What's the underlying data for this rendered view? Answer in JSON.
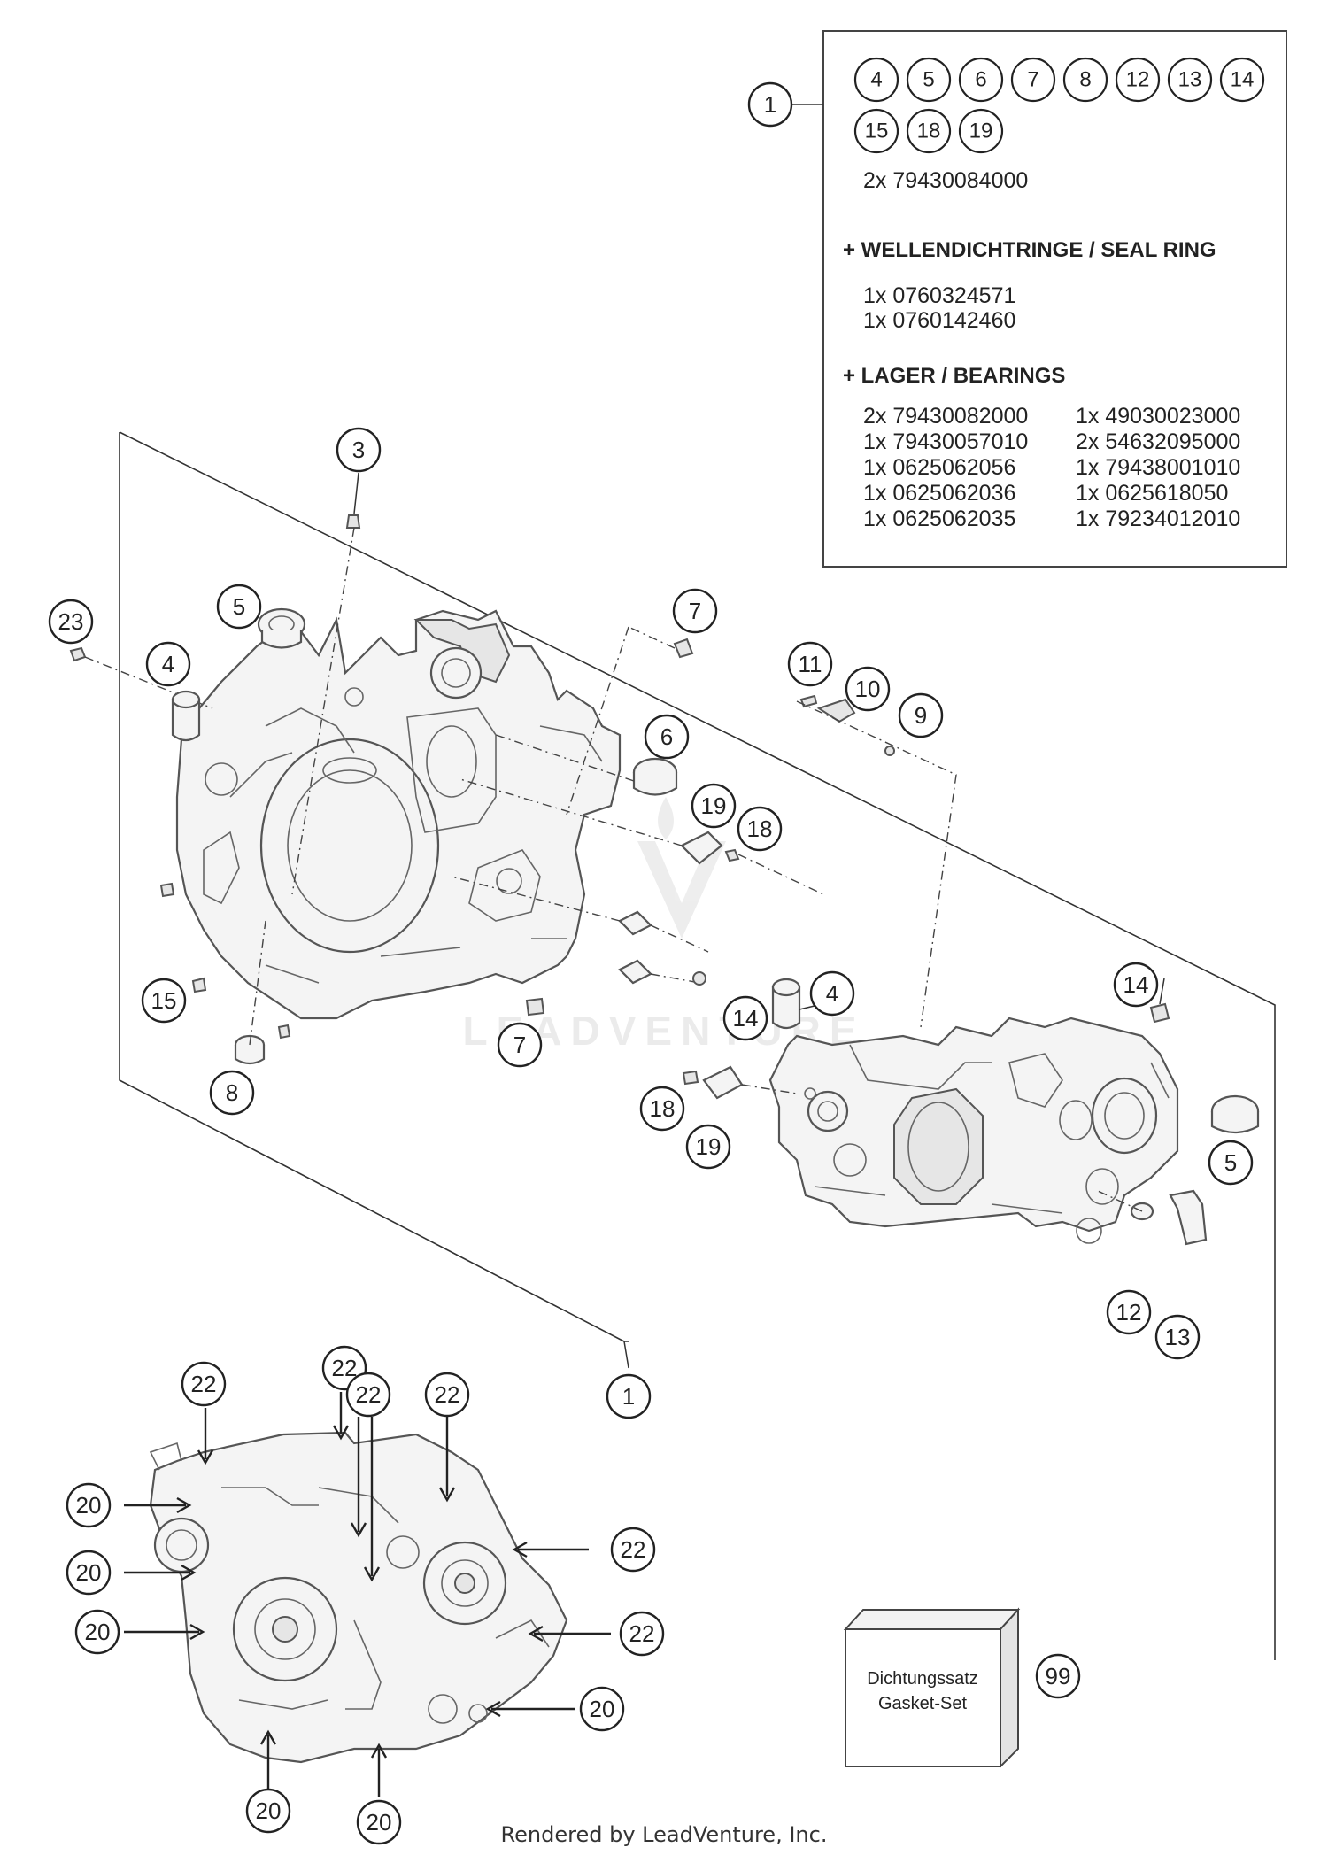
{
  "info_box": {
    "ref": "1",
    "kit_items": [
      "4",
      "5",
      "6",
      "7",
      "8",
      "12",
      "13",
      "14",
      "15",
      "18",
      "19"
    ],
    "main_line": "2x 79430084000",
    "seal_heading": "+ WELLENDICHTRINGE /  SEAL RING",
    "seal_lines": [
      "1x 0760324571",
      "1x 0760142460"
    ],
    "bearing_heading": "+ LAGER / BEARINGS",
    "bearings_left": [
      "2x 79430082000",
      "1x 79430057010",
      "1x 0625062056",
      "1x 0625062036",
      "1x 0625062035"
    ],
    "bearings_right": [
      "1x 49030023000",
      "2x 54632095000",
      "1x 79438001010",
      "1x 0625618050",
      "1x 79234012010"
    ]
  },
  "callouts": {
    "c3": "3",
    "c23": "23",
    "c5a": "5",
    "c4a": "4",
    "c7a": "7",
    "c11": "11",
    "c10": "10",
    "c9": "9",
    "c6": "6",
    "c19a": "19",
    "c18a": "18",
    "c15": "15",
    "c8": "8",
    "c7b": "7",
    "c14a": "14",
    "c4b": "4",
    "c14b": "14",
    "c18b": "18",
    "c19b": "19",
    "c5b": "5",
    "c12": "12",
    "c13": "13",
    "c1": "1"
  },
  "bottom_callouts": {
    "b22a": "22",
    "b22b": "22",
    "b22c": "22",
    "b22d": "22",
    "b22e": "22",
    "b22f": "22",
    "b20a": "20",
    "b20b": "20",
    "b20c": "20",
    "b20d": "20",
    "b20e": "20",
    "b20f": "20"
  },
  "gasket": {
    "line1": "Dichtungssatz",
    "line2": "Gasket-Set",
    "ref": "99"
  },
  "watermark": "LEADVENTURE",
  "footer": "Rendered by LeadVenture, Inc."
}
